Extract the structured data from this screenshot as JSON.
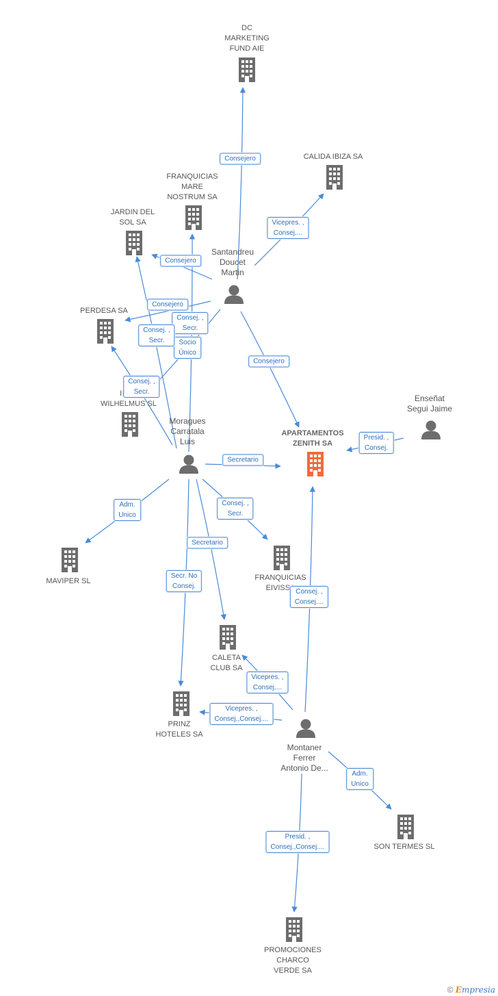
{
  "colors": {
    "edge": "#4a8ad8",
    "icon": "#6d6d6d",
    "focus_icon": "#f26b3a",
    "label_text": "#2f6fb8"
  },
  "nodes": [
    {
      "id": "dc_marketing",
      "kind": "company",
      "icon": "building-icon",
      "label": "DC\nMARKETING\nFUND AIE"
    },
    {
      "id": "calida_ibiza",
      "kind": "company",
      "icon": "building-icon",
      "label": "CALIDA IBIZA SA"
    },
    {
      "id": "franquicias_mare",
      "kind": "company",
      "icon": "building-icon",
      "label": "FRANQUICIAS\nMARE\nNOSTRUM SA"
    },
    {
      "id": "jardin_del_sol",
      "kind": "company",
      "icon": "building-icon",
      "label": "JARDIN DEL\nSOL SA"
    },
    {
      "id": "santandreu",
      "kind": "person",
      "icon": "person-icon",
      "label": "Santandreu\nDoucet\nMartin"
    },
    {
      "id": "perdesa",
      "kind": "company",
      "icon": "building-icon",
      "label": "PERDESA SA"
    },
    {
      "id": "wilhelmus",
      "kind": "company",
      "icon": "building-icon",
      "label": "INVE\nWILHELMUS SL"
    },
    {
      "id": "ensenat",
      "kind": "person",
      "icon": "person-icon",
      "label": "Enseñat\nSegui Jaime"
    },
    {
      "id": "apartamentos_zenith",
      "kind": "focus",
      "icon": "building-icon",
      "label": "APARTAMENTOS\nZENITH SA"
    },
    {
      "id": "moragues",
      "kind": "person",
      "icon": "person-icon",
      "label": "Moragues\nCarratala\nLuis"
    },
    {
      "id": "maviper",
      "kind": "company",
      "icon": "building-icon",
      "label": "MAVIPER SL"
    },
    {
      "id": "franquicias_eivissa",
      "kind": "company",
      "icon": "building-icon",
      "label": "FRANQUICIAS\nEIVISSA"
    },
    {
      "id": "caleta_club",
      "kind": "company",
      "icon": "building-icon",
      "label": "CALETA\nCLUB SA"
    },
    {
      "id": "prinz_hoteles",
      "kind": "company",
      "icon": "building-icon",
      "label": "PRINZ\nHOTELES SA"
    },
    {
      "id": "montaner",
      "kind": "person",
      "icon": "person-icon",
      "label": "Montaner\nFerrer\nAntonio De..."
    },
    {
      "id": "son_termes",
      "kind": "company",
      "icon": "building-icon",
      "label": "SON TERMES SL"
    },
    {
      "id": "promociones_charco",
      "kind": "company",
      "icon": "building-icon",
      "label": "PROMOCIONES\nCHARCO\nVERDE SA"
    }
  ],
  "edges": [
    {
      "from": "santandreu",
      "to": "dc_marketing",
      "label": "Consejero"
    },
    {
      "from": "santandreu",
      "to": "calida_ibiza",
      "label": "Vicepres. ,\nConsej...."
    },
    {
      "from": "santandreu",
      "to": "jardin_del_sol",
      "label": "Consejero"
    },
    {
      "from": "santandreu",
      "to": "perdesa",
      "label": "Consejero"
    },
    {
      "from": "santandreu",
      "to": "wilhelmus",
      "label": "Socio\nÚnico"
    },
    {
      "from": "santandreu",
      "to": "apartamentos_zenith",
      "label": "Consejero"
    },
    {
      "from": "moragues",
      "to": "franquicias_mare",
      "label": "Consej. ,\nSecr."
    },
    {
      "from": "moragues",
      "to": "jardin_del_sol",
      "label": "Consej. ,\nSecr."
    },
    {
      "from": "moragues",
      "to": "perdesa",
      "label": "Consej. ,\nSecr."
    },
    {
      "from": "moragues",
      "to": "apartamentos_zenith",
      "label": "Secretario"
    },
    {
      "from": "moragues",
      "to": "maviper",
      "label": "Adm.\nUnico"
    },
    {
      "from": "moragues",
      "to": "franquicias_eivissa",
      "label": "Consej. ,\nSecr."
    },
    {
      "from": "moragues",
      "to": "caleta_club",
      "label": "Secretario"
    },
    {
      "from": "moragues",
      "to": "prinz_hoteles",
      "label": "Secr.  No\nConsej."
    },
    {
      "from": "ensenat",
      "to": "apartamentos_zenith",
      "label": "Presid. ,\nConsej."
    },
    {
      "from": "montaner",
      "to": "apartamentos_zenith",
      "label": "Consej. ,\nConsej...."
    },
    {
      "from": "montaner",
      "to": "caleta_club",
      "label": "Vicepres. ,\nConsej...."
    },
    {
      "from": "montaner",
      "to": "prinz_hoteles",
      "label": "Vicepres. ,\nConsej.,Consej...."
    },
    {
      "from": "montaner",
      "to": "son_termes",
      "label": "Adm.\nUnico"
    },
    {
      "from": "montaner",
      "to": "promociones_charco",
      "label": "Presid. ,\nConsej.,Consej...."
    }
  ],
  "footer": {
    "copyright": "©",
    "brand_initial": "E",
    "brand_rest": "mpresia"
  }
}
